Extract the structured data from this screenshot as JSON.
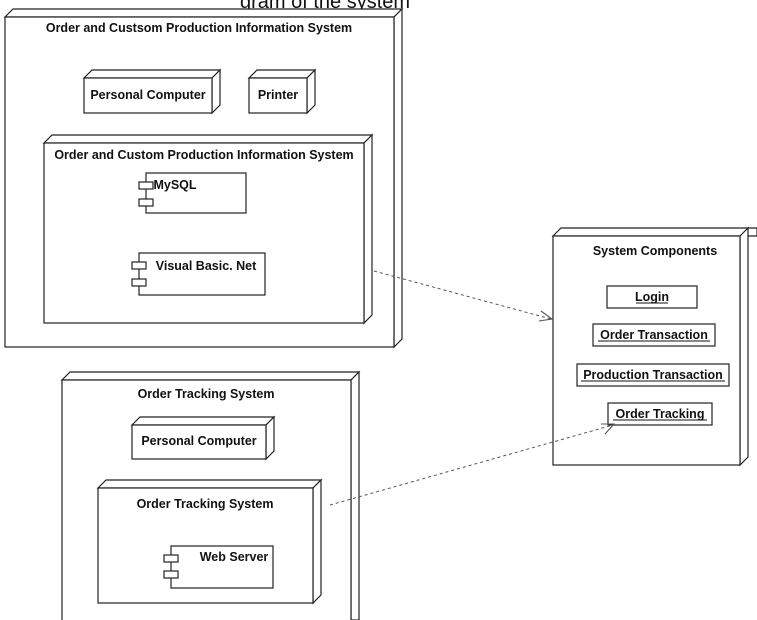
{
  "diagram": {
    "title_partial": "gram of the system",
    "nodes": {
      "order_custom_outer": "Order and Custsom Production Information System",
      "pc_1": "Personal Computer",
      "printer": "Printer",
      "order_custom_inner": "Order and Custom Production Information System",
      "mysql": "MySQL",
      "visual_basic": "Visual Basic. Net",
      "system_components": "System Components",
      "order_tracking_outer": "Order Tracking System",
      "pc_2": "Personal Computer",
      "order_tracking_inner": "Order Tracking System",
      "web_server": "Web Server"
    },
    "components": {
      "login": "Login",
      "order_transaction": "Order Transaction",
      "production_transaction": "Production Transaction",
      "order_tracking": "Order Tracking"
    }
  },
  "colors": {
    "stroke": "#222222",
    "dependency": "#555555",
    "background": "#ffffff"
  }
}
